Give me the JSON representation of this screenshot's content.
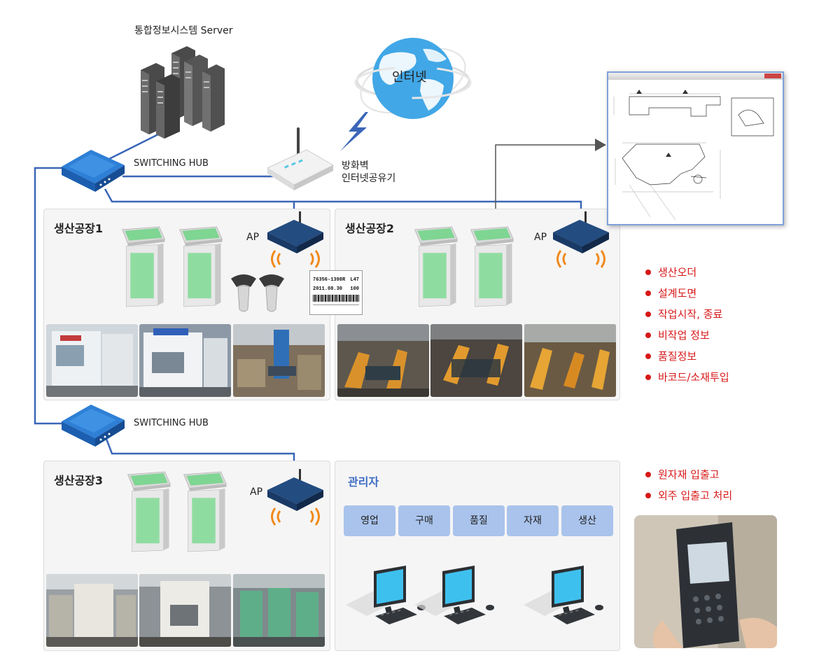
{
  "server": {
    "label": "통합정보시스템 Server"
  },
  "internet": {
    "label": "인터넷"
  },
  "router": {
    "line1": "방화벽",
    "line2": "인터넷공유기"
  },
  "hub1": {
    "label": "SWITCHING HUB"
  },
  "hub2": {
    "label": "SWITCHING HUB"
  },
  "factory1": {
    "title": "생산공장1",
    "ap_label": "AP"
  },
  "factory2": {
    "title": "생산공장2",
    "ap_label": "AP"
  },
  "factory3": {
    "title": "생산공장3",
    "ap_label": "AP"
  },
  "barcode_label": {
    "line1": "76356-1398R",
    "line1b": "L47",
    "line2": "2011.08.30",
    "line2b": "100"
  },
  "features_top": [
    "생산오더",
    "설계도면",
    "작업시작, 종료",
    "비작업 정보",
    "품질정보",
    "바코드/소재투입"
  ],
  "features_bottom": [
    "원자재 입출고",
    "외주 입출고 처리"
  ],
  "admin": {
    "title": "관리자",
    "departments": [
      "영업",
      "구매",
      "품질",
      "자재",
      "생산"
    ]
  },
  "colors": {
    "line": "#3a66b8",
    "feature_text": "#d71818",
    "admin_title": "#3d6bc4",
    "dept_bg": "#a9c3ec",
    "kiosk_screen": "#7fd592",
    "wifi": "#f08a1c"
  }
}
